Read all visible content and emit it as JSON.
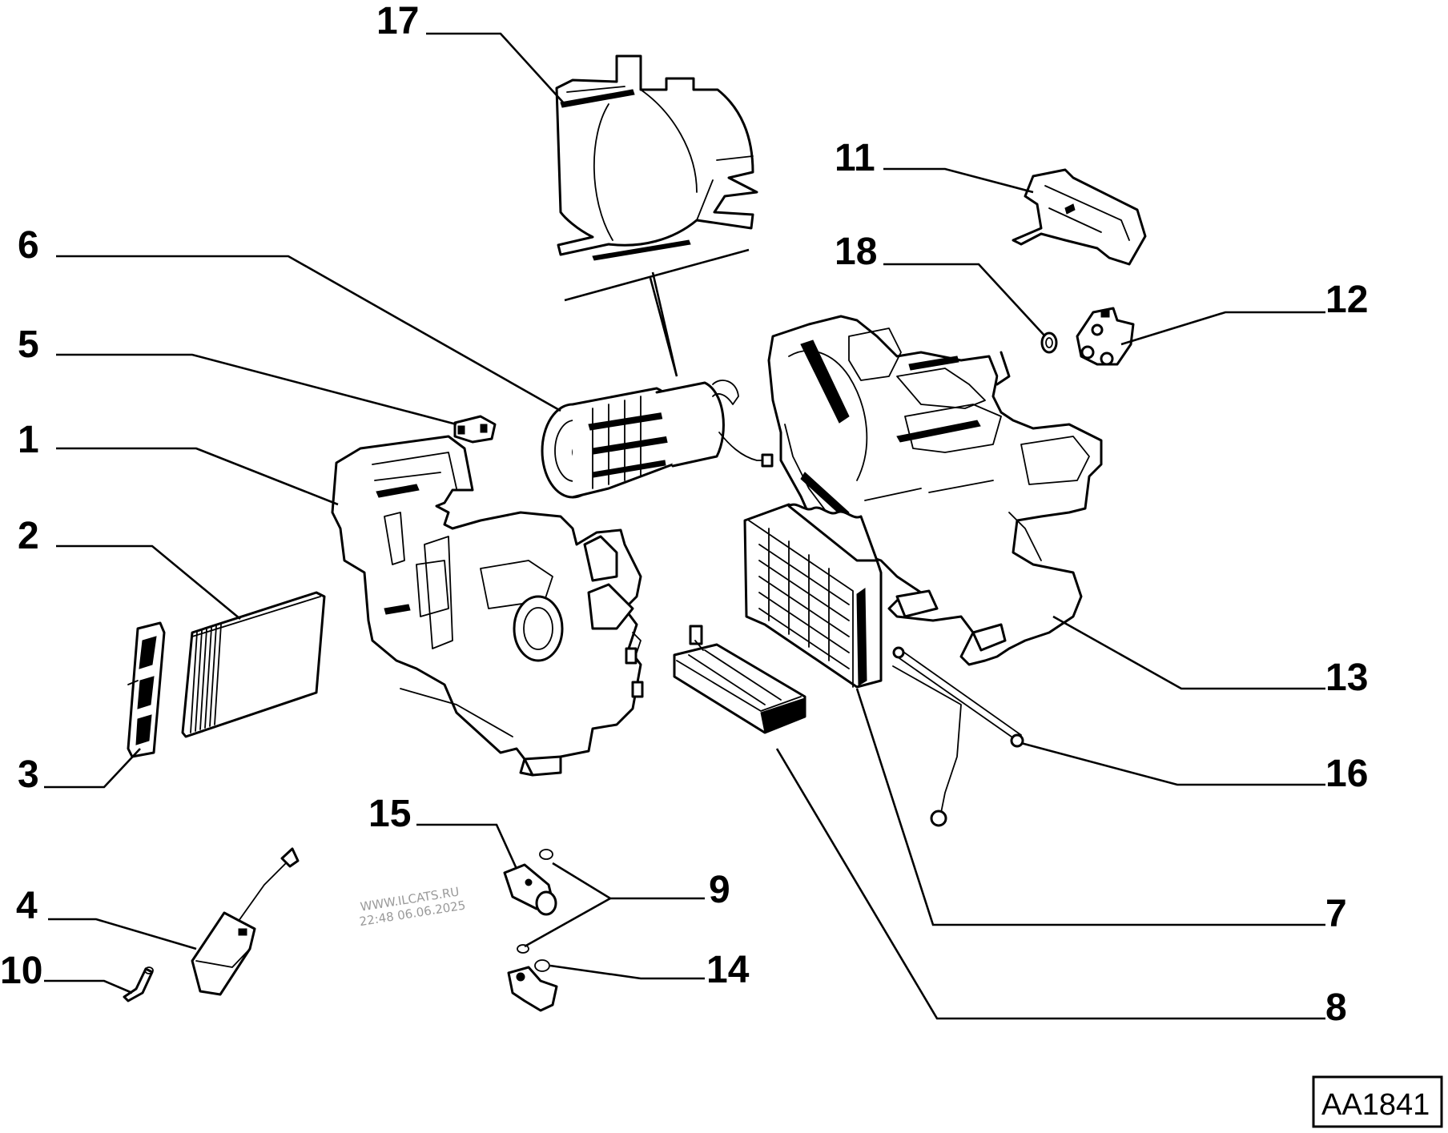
{
  "diagram": {
    "callouts": {
      "c1": "1",
      "c2": "2",
      "c3": "3",
      "c4": "4",
      "c5": "5",
      "c6": "6",
      "c7": "7",
      "c8": "8",
      "c9": "9",
      "c10": "10",
      "c11": "11",
      "c12": "12",
      "c13": "13",
      "c14": "14",
      "c15": "15",
      "c16": "16",
      "c17": "17",
      "c18": "18"
    },
    "watermark": {
      "line1": "WWW.ILCATS.RU",
      "line2": "22:48 06.06.2025"
    },
    "drawing_code": "AA1841"
  }
}
